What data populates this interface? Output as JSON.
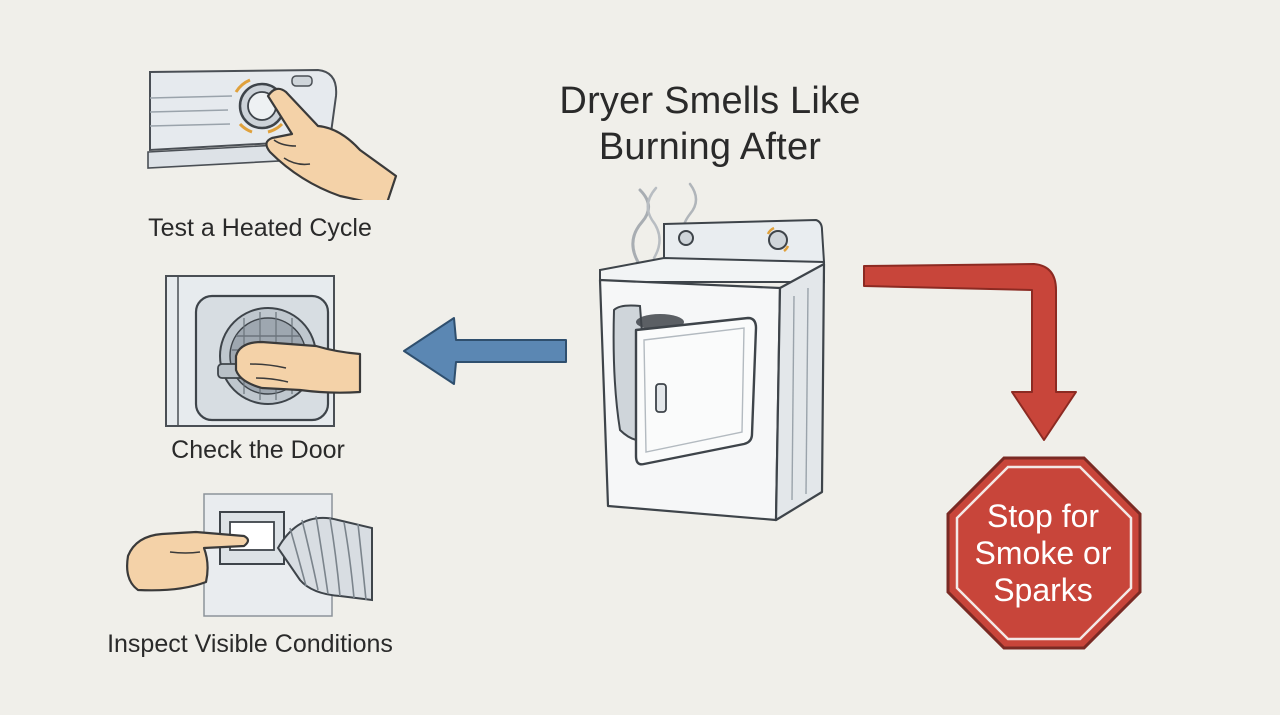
{
  "title": "Dryer Smells Like\nBurning After",
  "steps": [
    {
      "label": "Test a Heated Cycle",
      "icon": "dryer-control-knob-icon"
    },
    {
      "label": "Check the Door",
      "icon": "dryer-door-latch-icon"
    },
    {
      "label": "Inspect Visible Conditions",
      "icon": "dryer-vent-duct-icon"
    }
  ],
  "warning": {
    "label": "Stop for Smoke or Sparks",
    "shape": "stop-sign",
    "color": "#c8453a"
  },
  "colors": {
    "background": "#f0efea",
    "arrow_left": "#5b87b3",
    "arrow_down": "#c8453a",
    "stop_sign": "#c8453a",
    "knob_accent": "#e0a13c"
  },
  "central_icon": "smoking-dryer-icon"
}
